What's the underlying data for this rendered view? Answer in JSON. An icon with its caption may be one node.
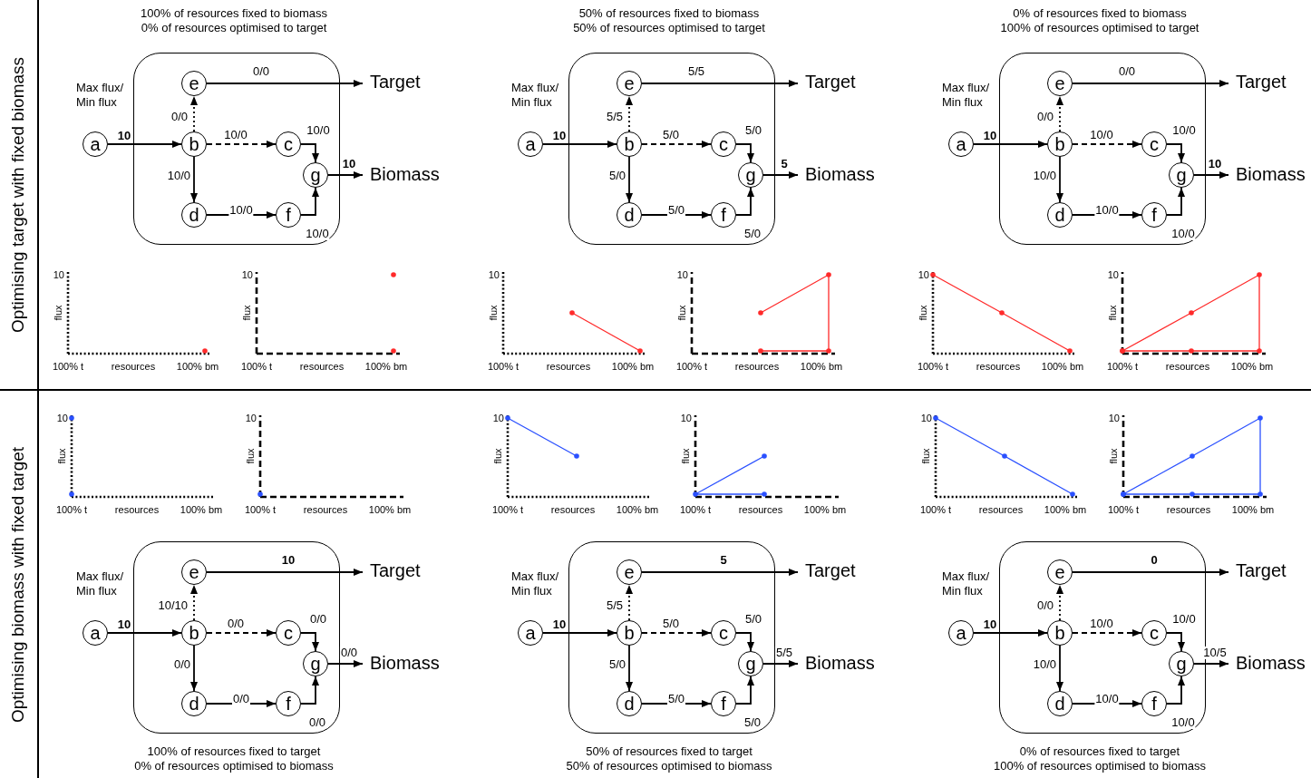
{
  "diagram": {
    "nodes": [
      {
        "text": [],
        "shape": "box"
      },
      {
        "text": [
          "a"
        ]
      },
      {
        "text": [
          "b"
        ],
        "in": 0
      },
      {
        "text": [
          "c"
        ],
        "in": 0
      },
      {
        "text": [
          "d"
        ],
        "in": 0
      },
      {
        "text": [
          "e"
        ],
        "in": 0
      },
      {
        "text": [
          "f"
        ],
        "in": 0
      },
      {
        "text": [
          "g"
        ],
        "in": 0
      },
      {
        "text": [
          "Target"
        ]
      },
      {
        "text": [
          "Biomass"
        ]
      },
      {
        "text": [],
        "shape": "box"
      },
      {
        "text": [
          "a"
        ]
      },
      {
        "text": [
          "b"
        ],
        "in": 10
      },
      {
        "text": [
          "c"
        ],
        "in": 10
      },
      {
        "text": [
          "d"
        ],
        "in": 10
      },
      {
        "text": [
          "e"
        ],
        "in": 10
      },
      {
        "text": [
          "f"
        ],
        "in": 10
      },
      {
        "text": [
          "g"
        ],
        "in": 10
      },
      {
        "text": [
          "Target"
        ]
      },
      {
        "text": [
          "Biomass"
        ]
      },
      {
        "text": [],
        "shape": "box"
      },
      {
        "text": [
          "a"
        ]
      },
      {
        "text": [
          "b"
        ],
        "in": 20
      },
      {
        "text": [
          "c"
        ],
        "in": 20
      },
      {
        "text": [
          "d"
        ],
        "in": 20
      },
      {
        "text": [
          "e"
        ],
        "in": 20
      },
      {
        "text": [
          "f"
        ],
        "in": 20
      },
      {
        "text": [
          "g"
        ],
        "in": 20
      },
      {
        "text": [
          "Target"
        ]
      },
      {
        "text": [
          "Biomass"
        ]
      },
      {
        "text": [],
        "shape": "box"
      },
      {
        "text": [
          "a"
        ]
      },
      {
        "text": [
          "b"
        ],
        "in": 30
      },
      {
        "text": [
          "c"
        ],
        "in": 30
      },
      {
        "text": [
          "d"
        ],
        "in": 30
      },
      {
        "text": [
          "e"
        ],
        "in": 30
      },
      {
        "text": [
          "f"
        ],
        "in": 30
      },
      {
        "text": [
          "g"
        ],
        "in": 30
      },
      {
        "text": [
          "Target"
        ]
      },
      {
        "text": [
          "Biomass"
        ]
      },
      {
        "text": [],
        "shape": "box"
      },
      {
        "text": [
          "a"
        ]
      },
      {
        "text": [
          "b"
        ],
        "in": 40
      },
      {
        "text": [
          "c"
        ],
        "in": 40
      },
      {
        "text": [
          "d"
        ],
        "in": 40
      },
      {
        "text": [
          "e"
        ],
        "in": 40
      },
      {
        "text": [
          "f"
        ],
        "in": 40
      },
      {
        "text": [
          "g"
        ],
        "in": 40
      },
      {
        "text": [
          "Target"
        ]
      },
      {
        "text": [
          "Biomass"
        ]
      },
      {
        "text": [],
        "shape": "box"
      },
      {
        "text": [
          "a"
        ]
      },
      {
        "text": [
          "b"
        ],
        "in": 50
      },
      {
        "text": [
          "c"
        ],
        "in": 50
      },
      {
        "text": [
          "d"
        ],
        "in": 50
      },
      {
        "text": [
          "e"
        ],
        "in": 50
      },
      {
        "text": [
          "f"
        ],
        "in": 50
      },
      {
        "text": [
          "g"
        ],
        "in": 50
      },
      {
        "text": [
          "Target"
        ]
      },
      {
        "text": [
          "Biomass"
        ]
      }
    ],
    "edges": [
      {
        "from": 1,
        "to": 2,
        "arrow": "to",
        "label": "10"
      },
      {
        "from": 2,
        "to": 5,
        "arrow": "to",
        "label": "0/0",
        "style": "dashed"
      },
      {
        "from": 5,
        "to": 8,
        "arrow": "to",
        "label": "0/0"
      },
      {
        "from": 2,
        "to": 3,
        "arrow": "to",
        "label": "10/0",
        "style": "dashed"
      },
      {
        "from": 3,
        "to": 7,
        "arrow": "to",
        "label": "10/0"
      },
      {
        "from": 2,
        "to": 4,
        "arrow": "to",
        "label": "10/0"
      },
      {
        "from": 4,
        "to": 6,
        "arrow": "to",
        "label": "10/0"
      },
      {
        "from": 6,
        "to": 7,
        "arrow": "to",
        "label": "10/0"
      },
      {
        "from": 7,
        "to": 9,
        "arrow": "to",
        "label": "10"
      },
      {
        "from": 11,
        "to": 12,
        "arrow": "to",
        "label": "10"
      },
      {
        "from": 12,
        "to": 15,
        "arrow": "to",
        "label": "5/5",
        "style": "dashed"
      },
      {
        "from": 15,
        "to": 18,
        "arrow": "to",
        "label": "5/5"
      },
      {
        "from": 12,
        "to": 13,
        "arrow": "to",
        "label": "5/0",
        "style": "dashed"
      },
      {
        "from": 13,
        "to": 17,
        "arrow": "to",
        "label": "5/0"
      },
      {
        "from": 12,
        "to": 14,
        "arrow": "to",
        "label": "5/0"
      },
      {
        "from": 14,
        "to": 16,
        "arrow": "to",
        "label": "5/0"
      },
      {
        "from": 16,
        "to": 17,
        "arrow": "to",
        "label": "5/0"
      },
      {
        "from": 17,
        "to": 19,
        "arrow": "to",
        "label": "5"
      },
      {
        "from": 21,
        "to": 22,
        "arrow": "to",
        "label": "10"
      },
      {
        "from": 22,
        "to": 25,
        "arrow": "to",
        "label": "0/0",
        "style": "dashed"
      },
      {
        "from": 25,
        "to": 28,
        "arrow": "to",
        "label": "0/0"
      },
      {
        "from": 22,
        "to": 23,
        "arrow": "to",
        "label": "10/0",
        "style": "dashed"
      },
      {
        "from": 23,
        "to": 27,
        "arrow": "to",
        "label": "10/0"
      },
      {
        "from": 22,
        "to": 24,
        "arrow": "to",
        "label": "10/0"
      },
      {
        "from": 24,
        "to": 26,
        "arrow": "to",
        "label": "10/0"
      },
      {
        "from": 26,
        "to": 27,
        "arrow": "to",
        "label": "10/0"
      },
      {
        "from": 27,
        "to": 29,
        "arrow": "to",
        "label": "10"
      },
      {
        "from": 31,
        "to": 32,
        "arrow": "to",
        "label": "10"
      },
      {
        "from": 32,
        "to": 35,
        "arrow": "to",
        "label": "10/10",
        "style": "dashed"
      },
      {
        "from": 35,
        "to": 38,
        "arrow": "to",
        "label": "10"
      },
      {
        "from": 32,
        "to": 33,
        "arrow": "to",
        "label": "0/0",
        "style": "dashed"
      },
      {
        "from": 33,
        "to": 37,
        "arrow": "to",
        "label": "0/0"
      },
      {
        "from": 32,
        "to": 34,
        "arrow": "to",
        "label": "0/0"
      },
      {
        "from": 34,
        "to": 36,
        "arrow": "to",
        "label": "0/0"
      },
      {
        "from": 36,
        "to": 37,
        "arrow": "to",
        "label": "0/0"
      },
      {
        "from": 37,
        "to": 39,
        "arrow": "to",
        "label": "0/0"
      },
      {
        "from": 41,
        "to": 42,
        "arrow": "to",
        "label": "10"
      },
      {
        "from": 42,
        "to": 45,
        "arrow": "to",
        "label": "5/5",
        "style": "dashed"
      },
      {
        "from": 45,
        "to": 48,
        "arrow": "to",
        "label": "5"
      },
      {
        "from": 42,
        "to": 43,
        "arrow": "to",
        "label": "5/0",
        "style": "dashed"
      },
      {
        "from": 43,
        "to": 47,
        "arrow": "to",
        "label": "5/0"
      },
      {
        "from": 42,
        "to": 44,
        "arrow": "to",
        "label": "5/0"
      },
      {
        "from": 44,
        "to": 46,
        "arrow": "to",
        "label": "5/0"
      },
      {
        "from": 46,
        "to": 47,
        "arrow": "to",
        "label": "5/0"
      },
      {
        "from": 47,
        "to": 49,
        "arrow": "to",
        "label": "5/5"
      },
      {
        "from": 51,
        "to": 52,
        "arrow": "to",
        "label": "10"
      },
      {
        "from": 52,
        "to": 55,
        "arrow": "to",
        "label": "0/0",
        "style": "dashed"
      },
      {
        "from": 55,
        "to": 58,
        "arrow": "to",
        "label": "0"
      },
      {
        "from": 52,
        "to": 53,
        "arrow": "to",
        "label": "10/0",
        "style": "dashed"
      },
      {
        "from": 53,
        "to": 57,
        "arrow": "to",
        "label": "10/0"
      },
      {
        "from": 52,
        "to": 54,
        "arrow": "to",
        "label": "10/0"
      },
      {
        "from": 54,
        "to": 56,
        "arrow": "to",
        "label": "10/0"
      },
      {
        "from": 56,
        "to": 57,
        "arrow": "to",
        "label": "10/0"
      },
      {
        "from": 57,
        "to": 59,
        "arrow": "to",
        "label": "10/5"
      }
    ],
    "labels": [
      "Optimising target with fixed biomass",
      "Optimising biomass with fixed target",
      "100% of resources fixed to biomass",
      "0% of resources optimised to target",
      "Max flux/ Min flux",
      "50% of resources fixed to biomass",
      "50% of resources optimised to target",
      "Max flux/ Min flux",
      "0% of resources fixed to biomass",
      "100% of resources optimised to target",
      "Max flux/ Min flux",
      "100% of resources fixed to target",
      "0% of resources optimised to biomass",
      "Max flux/ Min flux",
      "50% of resources fixed to target",
      "50% of resources optimised to biomass",
      "Max flux/ Min flux",
      "0% of resources fixed to target",
      "100% of resources optimised to biomass",
      "Max flux/ Min flux",
      "10",
      "flux",
      "100% t",
      "resources",
      "100% bm",
      "10",
      "flux",
      "100% t",
      "resources",
      "100% bm",
      "10",
      "flux",
      "100% t",
      "resources",
      "100% bm",
      "10",
      "flux",
      "100% t",
      "resources",
      "100% bm",
      "10",
      "flux",
      "100% t",
      "resources",
      "100% bm",
      "10",
      "flux",
      "100% t",
      "resources",
      "100% bm",
      "10",
      "flux",
      "100% t",
      "resources",
      "100% bm",
      "10",
      "flux",
      "100% t",
      "resources",
      "100% bm",
      "10",
      "flux",
      "100% t",
      "resources",
      "100% bm",
      "10",
      "flux",
      "100% t",
      "resources",
      "100% bm",
      "10",
      "flux",
      "100% t",
      "resources",
      "100% bm",
      "10",
      "flux",
      "100% t",
      "resources",
      "100% bm"
    ]
  }
}
